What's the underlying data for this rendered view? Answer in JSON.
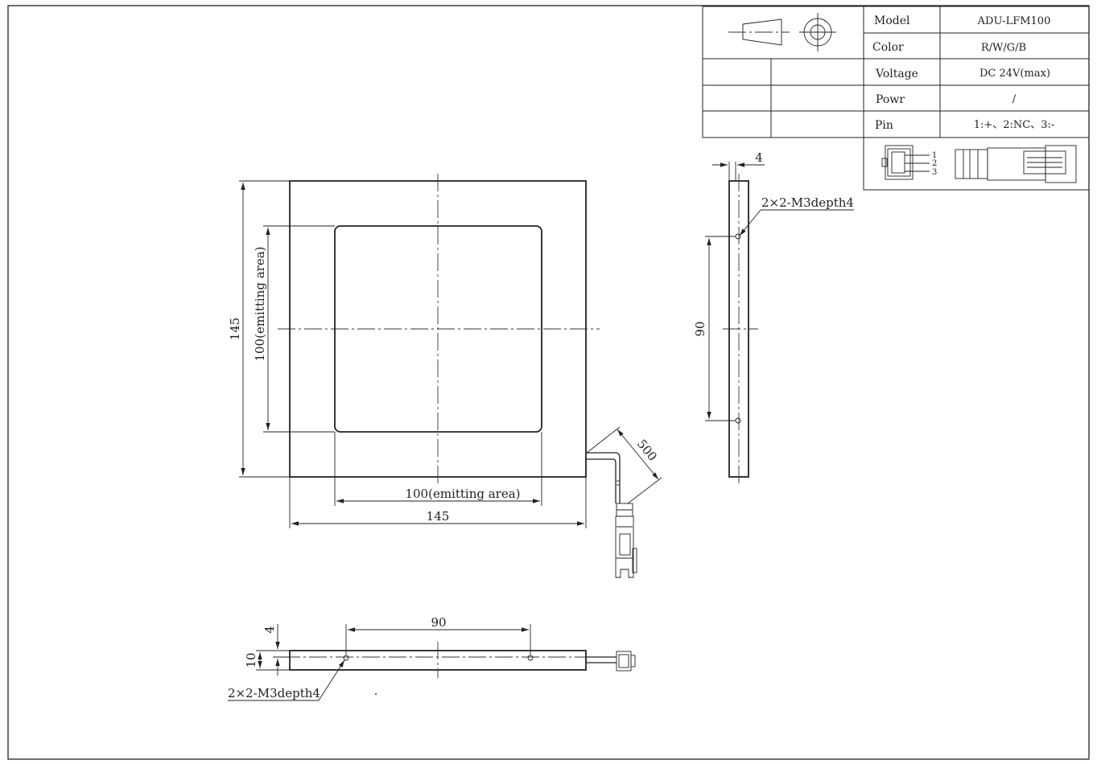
{
  "spec_table": {
    "rows": [
      {
        "label": "Model",
        "value": "ADU-LFM100"
      },
      {
        "label": "Color",
        "value": "R/W/G/B"
      },
      {
        "label": "Voltage",
        "value": "DC 24V(max)"
      },
      {
        "label": "Powr",
        "value": "/"
      },
      {
        "label": "Pin",
        "value": "1:+、2:NC、3:-"
      }
    ],
    "pin_numbers": [
      "1",
      "2",
      "3"
    ]
  },
  "front_view": {
    "height": "145",
    "width": "145",
    "emitting_height": "100(emitting area)",
    "emitting_width": "100(emitting area)",
    "cable_length": "500"
  },
  "side_view": {
    "thickness": "4",
    "hole_spacing": "90",
    "hole_note": "2×2-M3depth4"
  },
  "bottom_view": {
    "hole_spacing": "90",
    "edge_offset": "4",
    "thickness": "10",
    "hole_note": "2×2-M3depth4"
  }
}
